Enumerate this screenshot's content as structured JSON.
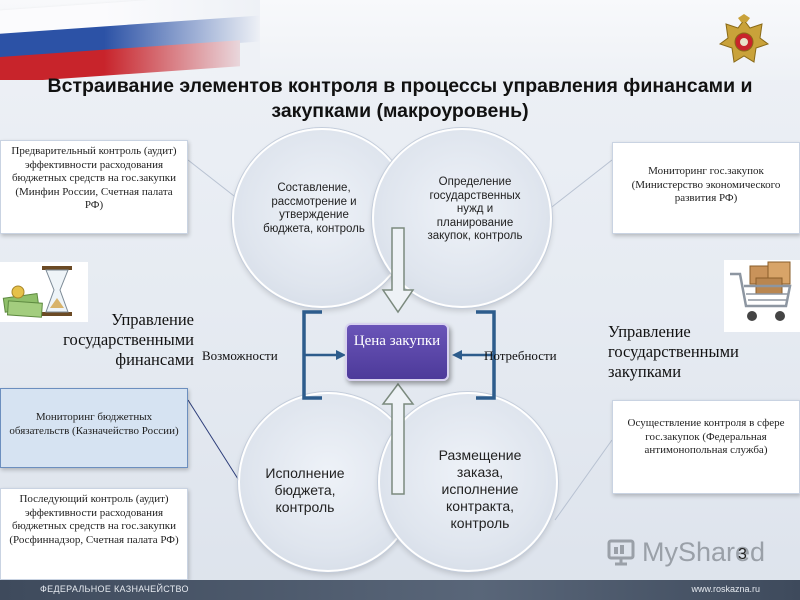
{
  "title": "Встраивание элементов контроля в процессы управления финансами и закупками (макроуровень)",
  "boxes": {
    "prelim_control": "Предварительный контроль (аудит) эффективности расходования бюджетных средств на гос.закупки (Минфин России, Счетная палата РФ)",
    "monitoring_procurement": "Мониторинг гос.закупок (Министерство экономического развития РФ)",
    "monitoring_budget": "Мониторинг бюджетных обязательств (Казначейство России)",
    "post_control": "Последующий контроль (аудит) эффективности расходования бюджетных средств на гос.закупки (Росфиннадзор, Счетная палата РФ)",
    "fas_control": "Осуществление контроля в сфере гос.закупок (Федеральная антимонопольная служба)"
  },
  "circles": {
    "top_left": "Составление, рассмотрение и утверждение бюджета, контроль",
    "top_right": "Определение государственных нужд и планирование закупок, контроль",
    "bottom_left": "Исполнение бюджета, контроль",
    "bottom_right": "Размещение заказа, исполнение контракта, контроль"
  },
  "center": "Цена закупки",
  "side_labels": {
    "left": "Возможности",
    "right": "Потребности"
  },
  "big_labels": {
    "finance": "Управление государственными финансами",
    "procurement": "Управление государственными закупками"
  },
  "footer": {
    "left": "ФЕДЕРАЛЬНОЕ КАЗНАЧЕЙСТВО",
    "right": "www.roskazna.ru"
  },
  "page_number": "3",
  "watermark": "MyShared",
  "icons": [
    "emblem-icon",
    "hourglass-money-icon",
    "shopping-cart-icon",
    "arrow-down-icon",
    "arrow-up-icon",
    "myshared-logo-icon"
  ],
  "colors": {
    "center_fill": "#5a46aa",
    "box_blue": "#d6e3f2",
    "bracket": "#2d5c8c"
  }
}
